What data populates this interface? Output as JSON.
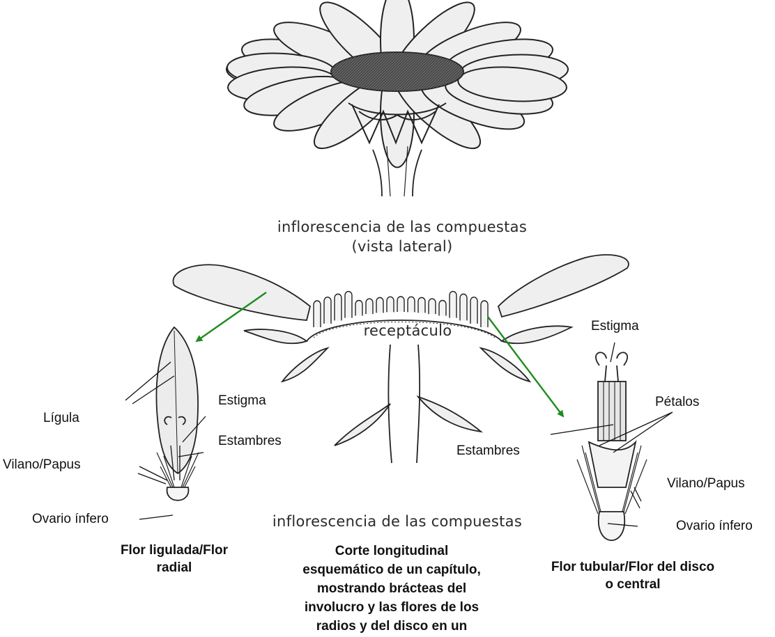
{
  "captions": {
    "top_line1": "inflorescencia de las compuestas",
    "top_line2": "(vista lateral)",
    "receptacle": "receptáculo",
    "bottom": "inflorescencia de las compuestas"
  },
  "left_flower": {
    "ligula": "Lígula",
    "estigma": "Estigma",
    "estambres": "Estambres",
    "vilano": "Vilano/Papus",
    "ovario": "Ovario ínfero",
    "title_line1": "Flor ligulada/Flor",
    "title_line2": "radial"
  },
  "right_flower": {
    "estigma": "Estigma",
    "petalos": "Pétalos",
    "estambres": "Estambres",
    "vilano": "Vilano/Papus",
    "ovario": "Ovario ínfero",
    "title_line1": "Flor tubular/Flor del disco",
    "title_line2": "o central"
  },
  "center_description": [
    "Corte longitudinal",
    "esquemático de un capítulo,",
    "mostrando brácteas del",
    "involucro y las flores de los",
    "radios y del disco en un"
  ],
  "colors": {
    "arrow": "#1e8c1e",
    "ink": "#222222",
    "petal_fill": "#efefef",
    "disk_fill": "#4a4a4a"
  }
}
